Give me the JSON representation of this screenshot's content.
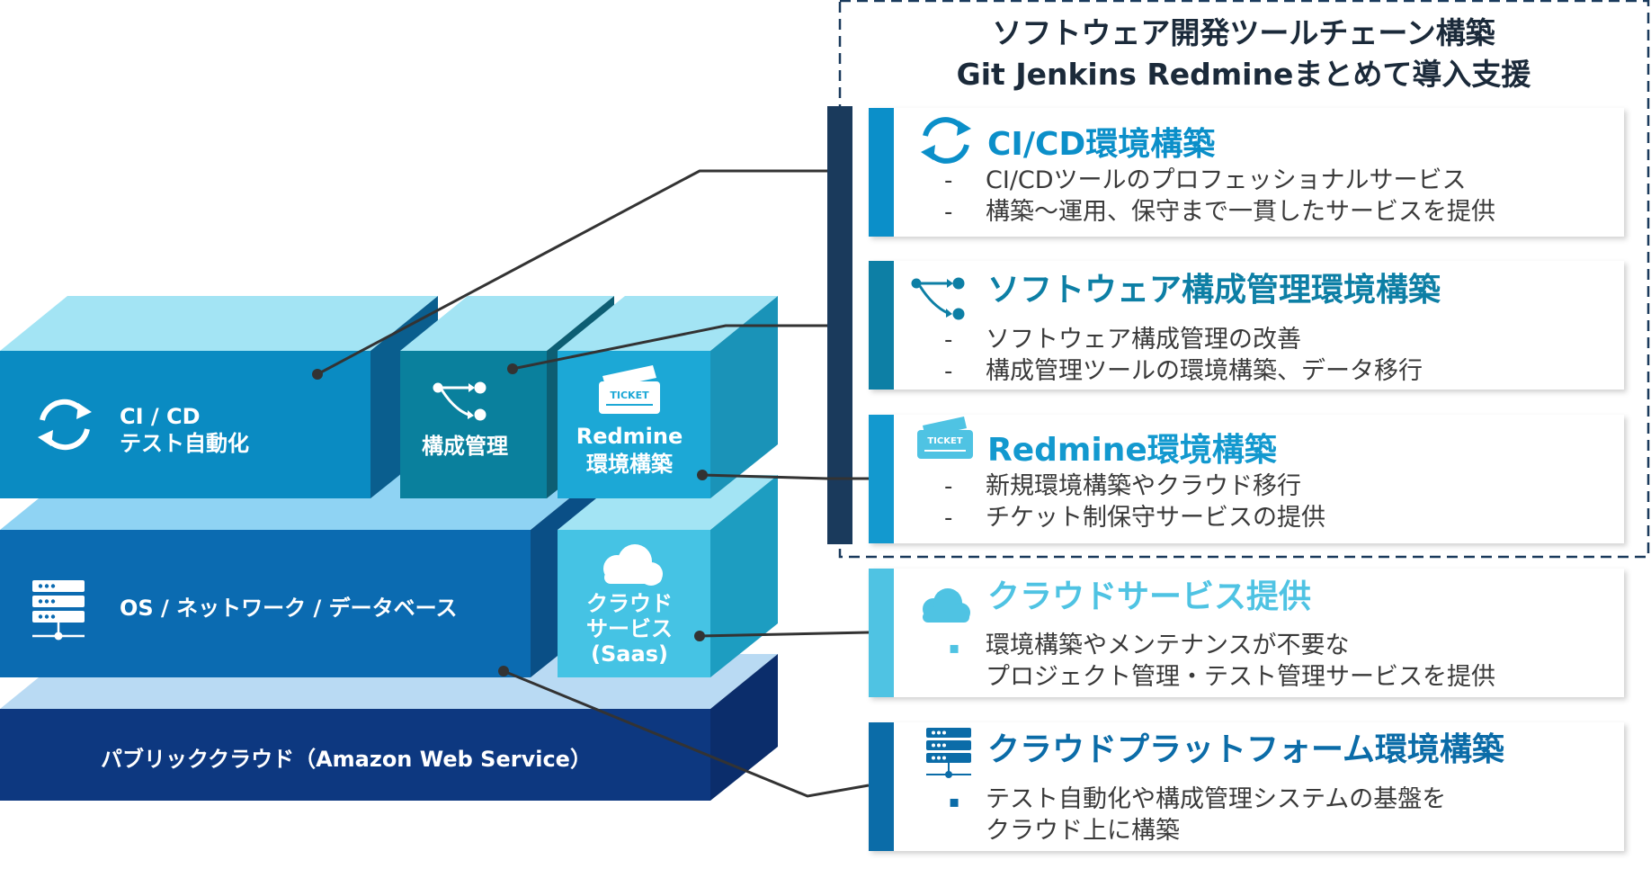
{
  "header": {
    "line1": "ソフトウェア開発ツールチェーン構築",
    "line2": "Git Jenkins Redmineまとめて導入支援"
  },
  "stack": {
    "cicd_line1": "CI / CD",
    "cicd_line2": "テスト自動化",
    "config": "構成管理",
    "redmine_line1": "Redmine",
    "redmine_line2": "環境構築",
    "ticket_text": "TICKET",
    "os_label": "OS / ネットワーク / データベース",
    "cloud_line1": "クラウド",
    "cloud_line2": "サービス",
    "cloud_line3": "(Saas)",
    "aws_label": "パブリッククラウド（Amazon Web Service）"
  },
  "panels": [
    {
      "title": "CI/CD環境構築",
      "color": "#0b8fc9",
      "icon": "cicd-icon",
      "bullet": "-",
      "items": [
        "CI/CDツールのプロフェッショナルサービス",
        "構築～運用、保守まで一貫したサービスを提供"
      ]
    },
    {
      "title": "ソフトウェア構成管理環境構築",
      "color": "#0d7fa5",
      "icon": "branch-icon",
      "bullet": "-",
      "items": [
        "ソフトウェア構成管理の改善",
        "構成管理ツールの環境構築、データ移行"
      ]
    },
    {
      "title": "Redmine環境構築",
      "color": "#1399cf",
      "icon": "ticket-icon",
      "bullet": "-",
      "items": [
        "新規環境構築やクラウド移行",
        "チケット制保守サービスの提供"
      ]
    },
    {
      "title": "クラウドサービス提供",
      "color": "#4fc3e3",
      "icon": "cloud-icon",
      "bullet": "▪",
      "items": [
        "環境構築やメンテナンスが不要な",
        "プロジェクト管理・テスト管理サービスを提供"
      ]
    },
    {
      "title": "クラウドプラットフォーム環境構築",
      "color": "#0b6ca8",
      "icon": "server-icon",
      "bullet": "▪",
      "items": [
        "テスト自動化や構成管理システムの基盤を",
        "クラウド上に構築"
      ]
    }
  ]
}
